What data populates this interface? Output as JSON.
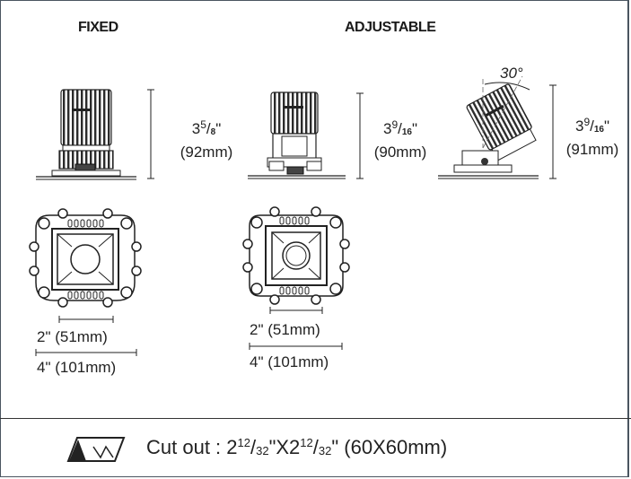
{
  "headers": {
    "fixed": "FIXED",
    "adjustable": "ADJUSTABLE"
  },
  "fixed_height": {
    "whole": "3",
    "num": "5",
    "den": "8",
    "inch_mark": "\"",
    "metric": "(92mm)"
  },
  "adjustable_height": {
    "whole": "3",
    "num": "9",
    "den": "16",
    "inch_mark": "\"",
    "metric": "(90mm)"
  },
  "tilted_height": {
    "whole": "3",
    "num": "9",
    "den": "16",
    "inch_mark": "\"",
    "metric": "(91mm)"
  },
  "tilt_angle": "30°",
  "fixed_widths": {
    "inner": "2\" (51mm)",
    "outer": "4\" (101mm)"
  },
  "adjustable_widths": {
    "inner": "2\" (51mm)",
    "outer": "4\" (101mm)"
  },
  "footer": {
    "label": "Cut out : 2",
    "n1": "12",
    "slash1": "/",
    "d1": "32",
    "mid": "\"X2",
    "n2": "12",
    "slash2": "/",
    "d2": "32",
    "end": "\" (60X60mm)"
  },
  "icons": {
    "cutout": "cutout-saw-icon"
  }
}
